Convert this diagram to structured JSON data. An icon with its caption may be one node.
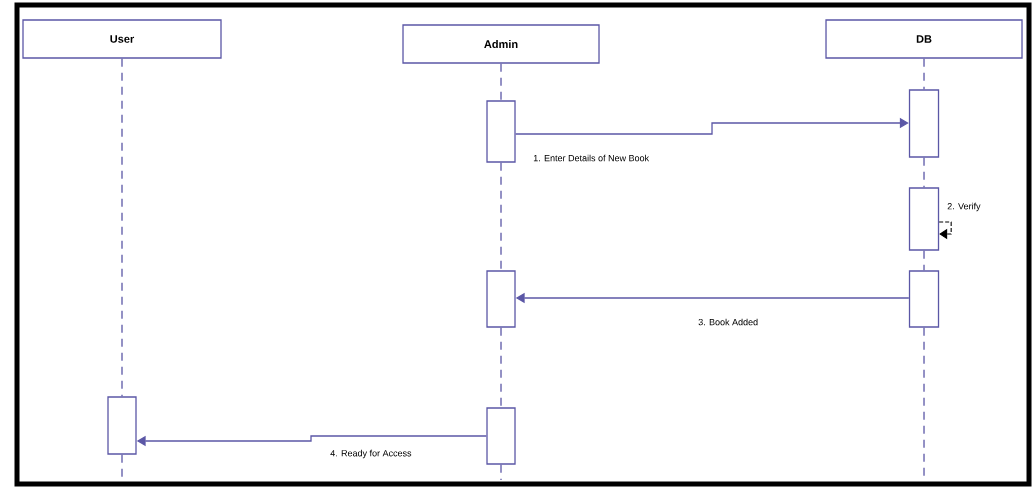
{
  "diagram": {
    "nodes": [
      {
        "text": [
          "User"
        ]
      },
      {
        "text": [
          "Admin"
        ]
      },
      {
        "text": [
          "DB"
        ]
      },
      {
        "text": [],
        "shape": "bar"
      },
      {
        "text": [],
        "shape": "bar"
      },
      {
        "text": [],
        "shape": "bar"
      },
      {
        "text": [],
        "shape": "bar"
      },
      {
        "text": [],
        "shape": "bar"
      },
      {
        "text": [],
        "shape": "bar"
      },
      {
        "text": [],
        "shape": "bar"
      }
    ],
    "edges": [
      {
        "from": 4,
        "to": 3,
        "arrow": "to",
        "label": "1. Enter Details of New Book"
      },
      {
        "from": 5,
        "to": 5,
        "arrow": "to",
        "label": "2. Verify",
        "style": "dashed",
        "color": "#000000"
      },
      {
        "from": 7,
        "to": 6,
        "arrow": "to",
        "label": "3. Book Added"
      },
      {
        "from": 9,
        "to": 8,
        "arrow": "to",
        "label": "4. Ready for Access"
      },
      {
        "from": 0,
        "to": 8,
        "arrow": "none",
        "style": "dashed"
      },
      {
        "from": 8,
        "to": null,
        "arrow": "none",
        "style": "dashed"
      },
      {
        "from": 1,
        "to": 4,
        "arrow": "none",
        "style": "dashed"
      },
      {
        "from": 4,
        "to": 6,
        "arrow": "none",
        "style": "dashed"
      },
      {
        "from": 6,
        "to": 9,
        "arrow": "none",
        "style": "dashed"
      },
      {
        "from": 9,
        "to": null,
        "arrow": "none",
        "style": "dashed"
      },
      {
        "from": 2,
        "to": 3,
        "arrow": "none",
        "style": "dashed"
      },
      {
        "from": 3,
        "to": 5,
        "arrow": "none",
        "style": "dashed"
      },
      {
        "from": 5,
        "to": 7,
        "arrow": "none",
        "style": "dashed"
      },
      {
        "from": 7,
        "to": null,
        "arrow": "none",
        "style": "dashed"
      }
    ]
  }
}
